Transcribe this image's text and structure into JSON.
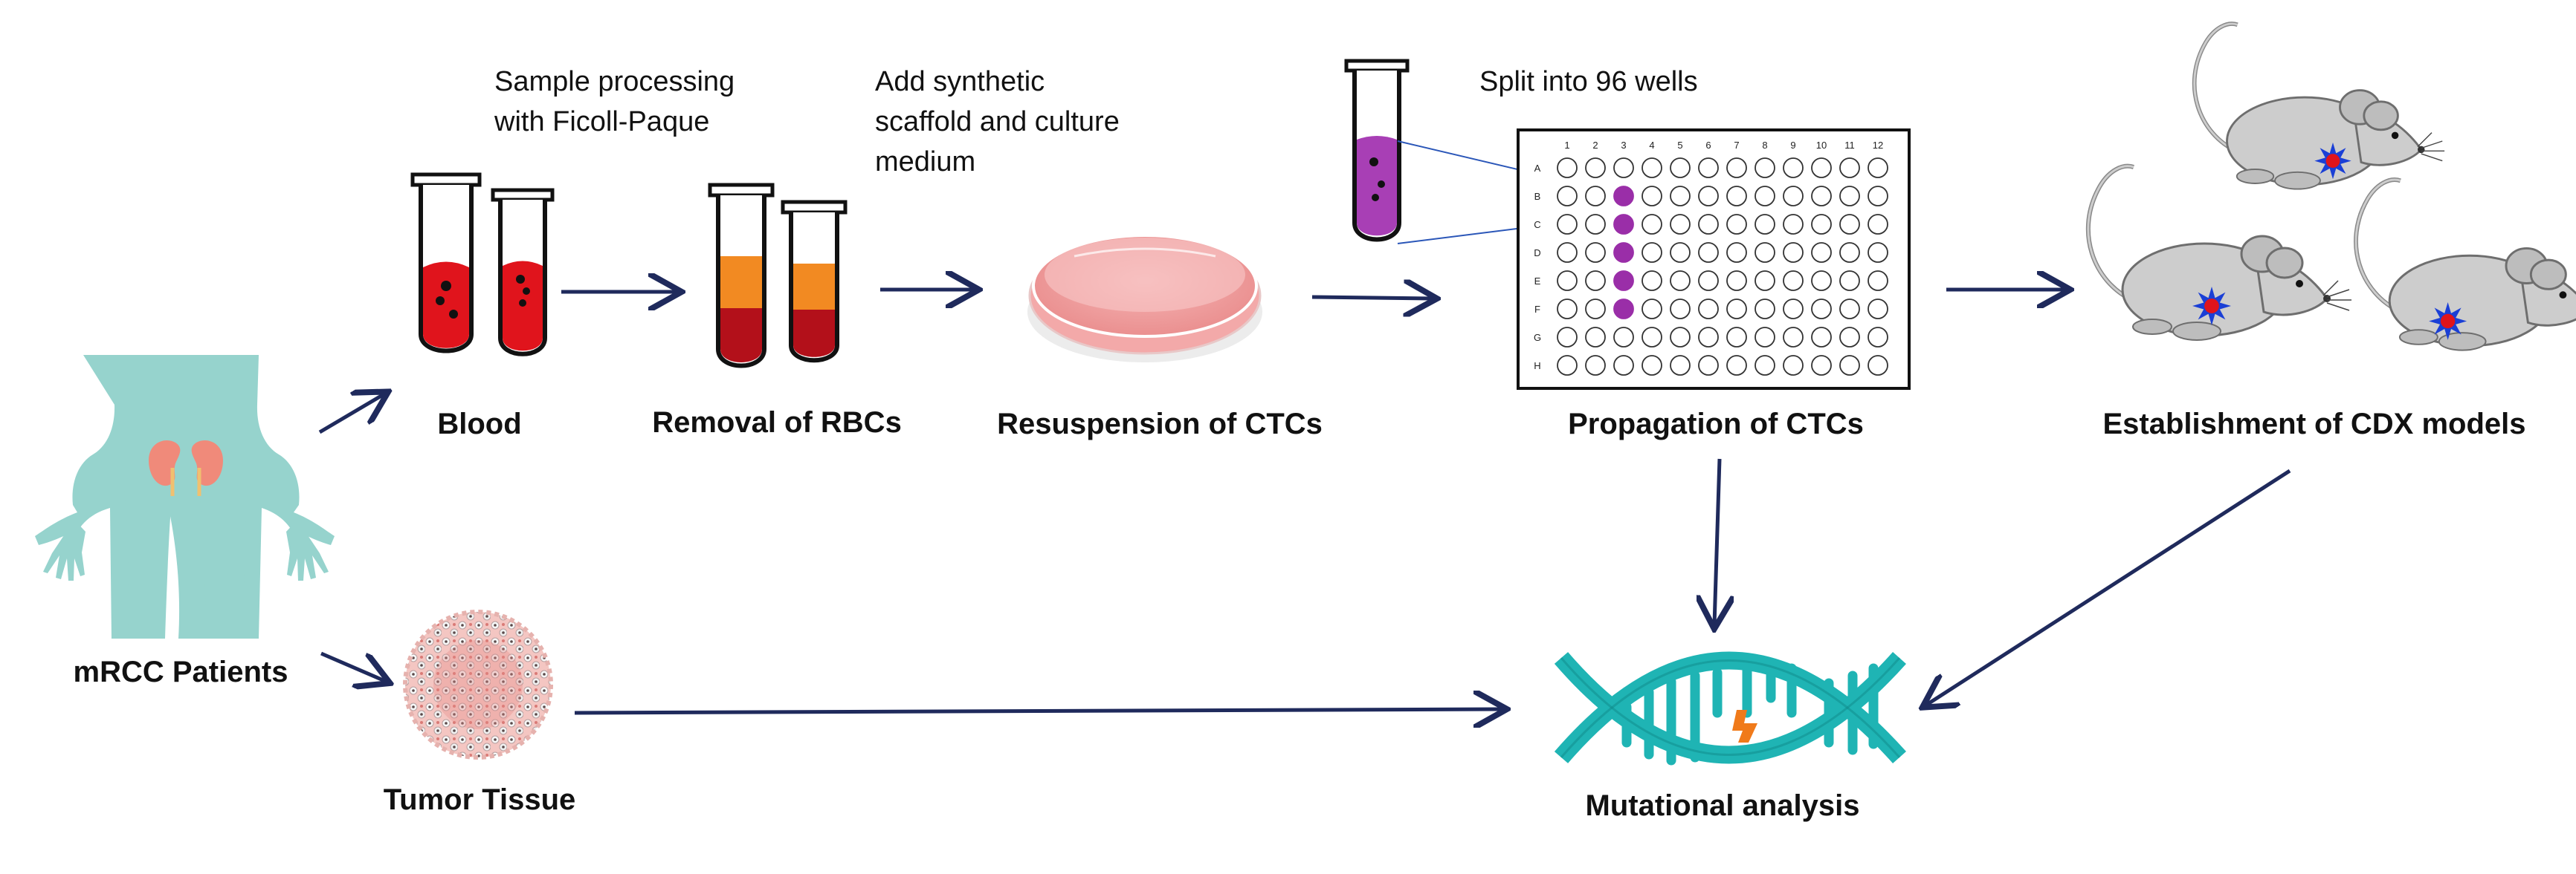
{
  "labels": {
    "patients": "mRCC Patients",
    "tumor": "Tumor Tissue",
    "blood": "Blood",
    "rbc": "Removal of RBCs",
    "resusp": "Resuspension of CTCs",
    "prop": "Propagation of CTCs",
    "cdx": "Establishment of CDX models",
    "mut": "Mutational analysis"
  },
  "notes": {
    "ficoll_1": "Sample processing",
    "ficoll_2": "with Ficoll-Paque",
    "scaffold_1": "Add synthetic",
    "scaffold_2": "scaffold and culture",
    "scaffold_3": "medium",
    "split": "Split into 96 wells"
  },
  "plate": {
    "columns": [
      "1",
      "2",
      "3",
      "4",
      "5",
      "6",
      "7",
      "8",
      "9",
      "10",
      "11",
      "12"
    ],
    "rows": [
      "A",
      "B",
      "C",
      "D",
      "E",
      "F",
      "G",
      "H"
    ],
    "filled_column": 3,
    "filled_rows": [
      "B",
      "C",
      "D",
      "E",
      "F"
    ]
  },
  "colors": {
    "arrow": "#1f2a5c",
    "body": "#96d3cd",
    "blood": "#e0141c",
    "dark_blood": "#b3101a",
    "plasma": "#f28a22",
    "well_fill": "#9a2ea8",
    "tube_purple": "#a83fb5",
    "dna": "#1fb4b4",
    "mouse": "#cdcdcd",
    "star_blue": "#1a3fd6",
    "star_red": "#e0141c"
  },
  "icons": [
    "human-body-icon",
    "kidney-icon",
    "test-tube-icon",
    "petri-dish-icon",
    "well-plate-icon",
    "mouse-icon",
    "tumor-icon",
    "dna-icon"
  ]
}
